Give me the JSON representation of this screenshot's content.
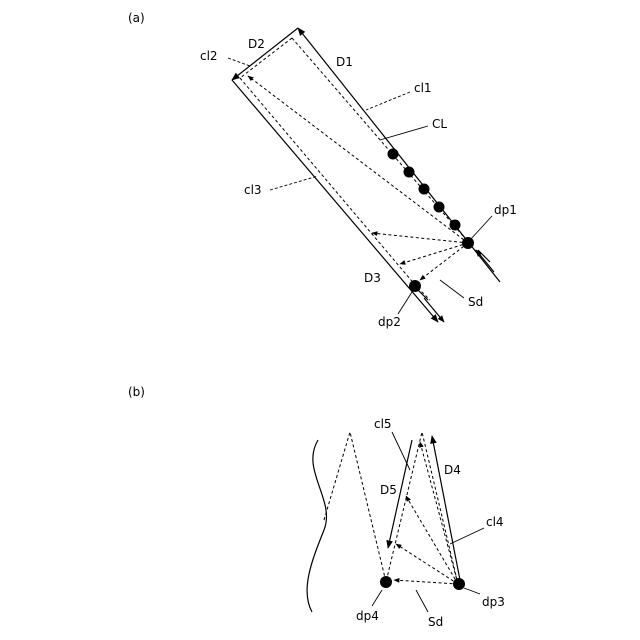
{
  "panel_a": {
    "label": "(a)",
    "labels": {
      "d2": "D2",
      "d1": "D1",
      "cl2": "cl2",
      "cl1": "cl1",
      "CL": "CL",
      "cl3": "cl3",
      "dp1": "dp1",
      "d3": "D3",
      "sd": "Sd",
      "dp2": "dp2"
    }
  },
  "panel_b": {
    "label": "(b)",
    "labels": {
      "cl5": "cl5",
      "d4": "D4",
      "d5": "D5",
      "cl4": "cl4",
      "dp3": "dp3",
      "dp4": "dp4",
      "sd": "Sd"
    }
  }
}
